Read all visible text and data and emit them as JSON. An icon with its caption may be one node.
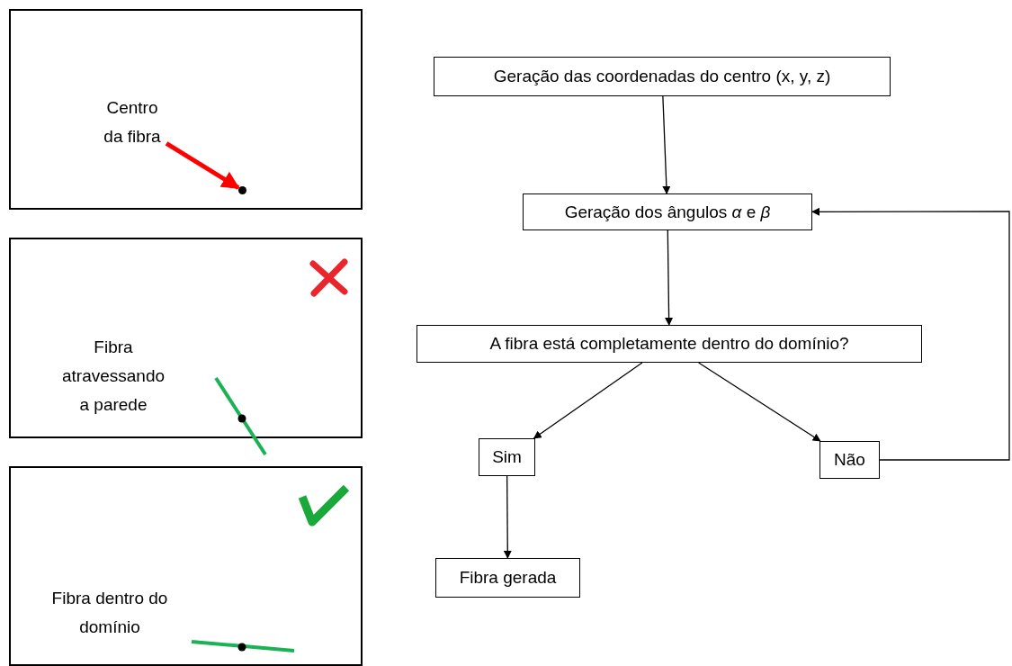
{
  "diagram": {
    "nodes": [
      {
        "text": [],
        "shape": "box"
      },
      {
        "text": [
          "Centro da fibra"
        ],
        "in": 0
      },
      {
        "text": [],
        "shape": "circle",
        "in": 0
      },
      {
        "text": [
          "Fibra atravessando a parede"
        ]
      },
      {
        "text": [
          "Fibra dentro do domínio"
        ]
      },
      {
        "text": [
          "Geração das coordenadas do centro (x, y, z)"
        ]
      },
      {
        "text": [
          "Geração dos ângulos *α* e *β*"
        ]
      },
      {
        "text": [
          "A fibra está completamente dentro do domínio?"
        ]
      },
      {
        "text": [
          "Sim"
        ]
      },
      {
        "text": [
          "Não"
        ]
      },
      {
        "text": [
          "Fibra gerada"
        ]
      }
    ],
    "edges": [
      {
        "from": 1,
        "to": 2,
        "arrow": "to",
        "style": "thick",
        "color": "#ff0000"
      },
      {
        "from": 5,
        "to": 6,
        "arrow": "to"
      },
      {
        "from": 6,
        "to": 7,
        "arrow": "to"
      },
      {
        "from": 7,
        "to": 8,
        "arrow": "to"
      },
      {
        "from": 7,
        "to": 9,
        "arrow": "to"
      },
      {
        "from": 8,
        "to": 10,
        "arrow": "to"
      },
      {
        "from": 9,
        "to": 6,
        "arrow": "to"
      }
    ]
  }
}
